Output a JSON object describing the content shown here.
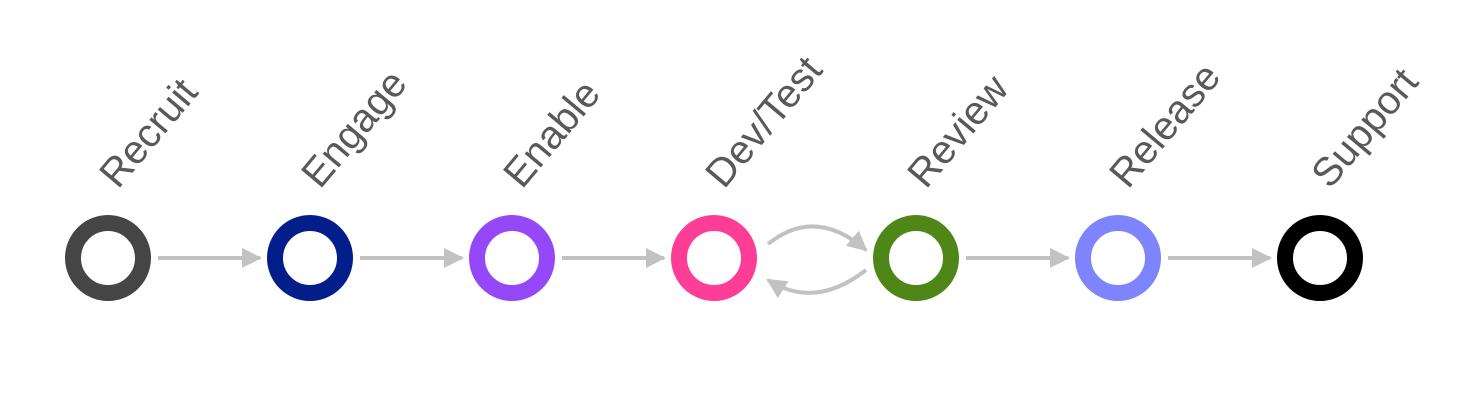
{
  "stages": [
    {
      "label": "Recruit",
      "color": "#454545"
    },
    {
      "label": "Engage",
      "color": "#031d8a"
    },
    {
      "label": "Enable",
      "color": "#9548f7"
    },
    {
      "label": "Dev/Test",
      "color": "#fe3d97"
    },
    {
      "label": "Review",
      "color": "#4e8718"
    },
    {
      "label": "Release",
      "color": "#7e84fc"
    },
    {
      "label": "Support",
      "color": "#000000"
    }
  ],
  "arrow_color": "#c2c2c2",
  "loop_between": [
    "Dev/Test",
    "Review"
  ]
}
